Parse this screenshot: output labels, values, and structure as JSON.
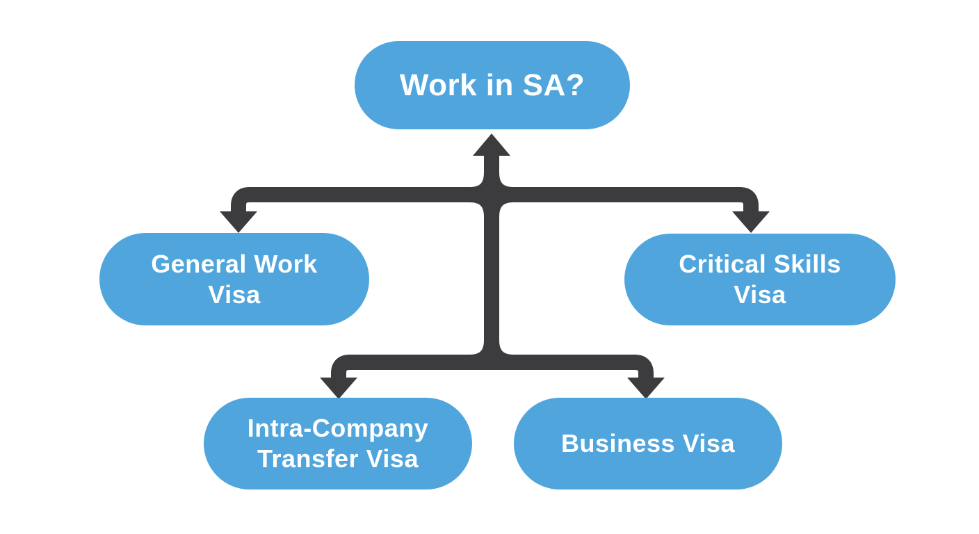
{
  "diagram": {
    "title": "Work in SA visa decision flowchart",
    "colors": {
      "background": "#ffffff",
      "node_fill": "#4fa5dc",
      "node_text": "#ffffff",
      "connector": "#3c3c3e"
    },
    "nodes": {
      "root": {
        "label": "Work in SA?",
        "lines": [
          "Work in SA?"
        ]
      },
      "general_work": {
        "label": "General Work Visa",
        "lines": [
          "General Work",
          "Visa"
        ]
      },
      "critical_skills": {
        "label": "Critical Skills Visa",
        "lines": [
          "Critical Skills",
          "Visa"
        ]
      },
      "intra_company": {
        "label": "Intra-Company Transfer Visa",
        "lines": [
          "Intra-Company",
          "Transfer Visa"
        ]
      },
      "business": {
        "label": "Business Visa",
        "lines": [
          "Business Visa"
        ]
      }
    },
    "edges": [
      {
        "from": "junction",
        "to": "root",
        "arrow": "up"
      },
      {
        "from": "junction",
        "to": "general_work",
        "arrow": "down"
      },
      {
        "from": "junction",
        "to": "critical_skills",
        "arrow": "down"
      },
      {
        "from": "junction",
        "to": "intra_company",
        "arrow": "down"
      },
      {
        "from": "junction",
        "to": "business",
        "arrow": "down"
      }
    ]
  }
}
